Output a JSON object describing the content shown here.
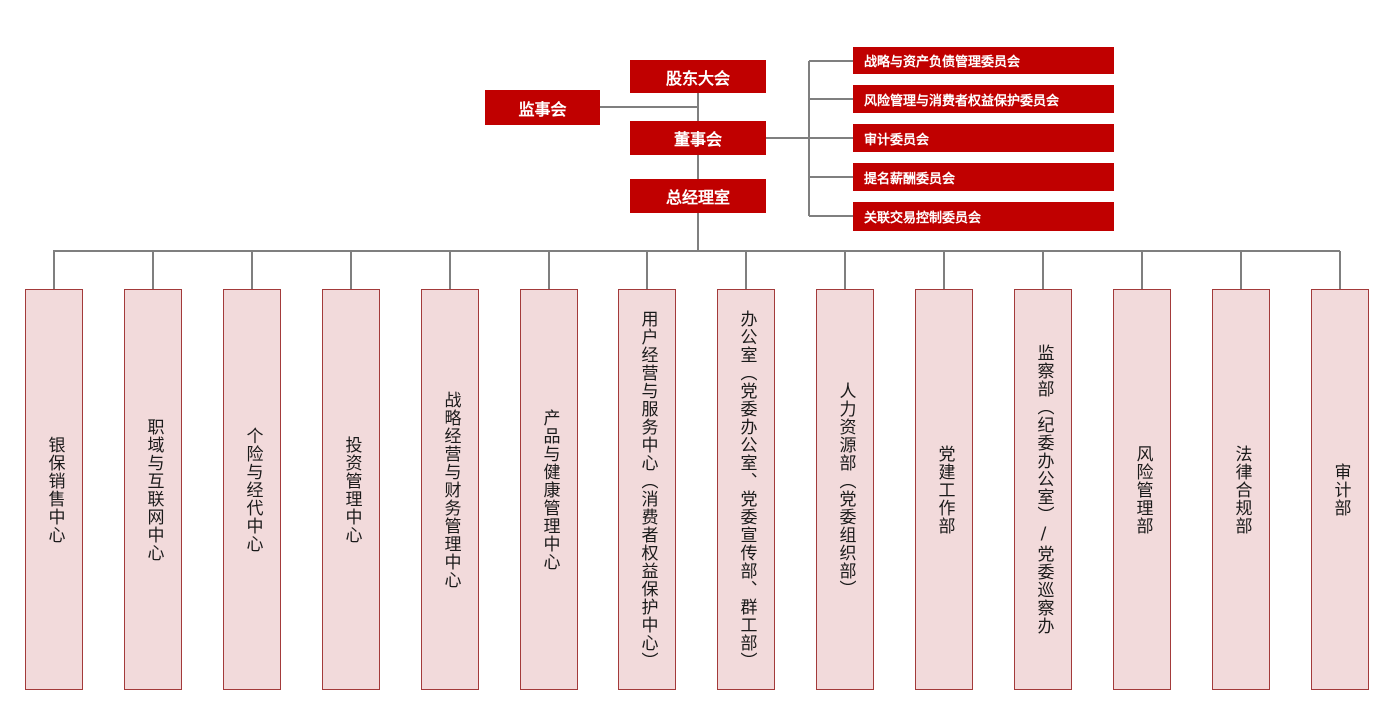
{
  "colors": {
    "accent": "#c00000",
    "dept_fill": "#f2dadb",
    "dept_border": "#a33a3a",
    "line": "#7f7f7f"
  },
  "top": {
    "shareholders": "股东大会",
    "supervisors": "监事会",
    "board": "董事会",
    "gm_office": "总经理室"
  },
  "committees": [
    "战略与资产负债管理委员会",
    "风险管理与消费者权益保护委员会",
    "审计委员会",
    "提名薪酬委员会",
    "关联交易控制委员会"
  ],
  "departments": [
    "银保销售中心",
    "职域与互联网中心",
    "个险与经代中心",
    "投资管理中心",
    "战略经营与财务管理中心",
    "产品与健康管理中心",
    "用户经营与服务中心（消费者权益保护中心）",
    "办公室（党委办公室、党委宣传部、群工部）",
    "人力资源部（党委组织部）",
    "党建工作部",
    "监察部（纪委办公室）/党委巡察办",
    "风险管理部",
    "法律合规部",
    "审计部"
  ]
}
